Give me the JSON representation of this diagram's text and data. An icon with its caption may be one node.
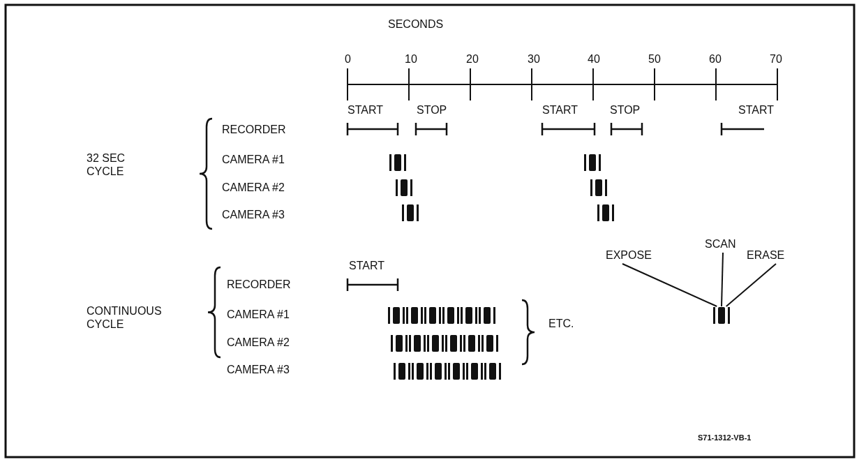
{
  "diagram": {
    "nodes": [
      {
        "text": [
          "EXPOSE"
        ]
      },
      {
        "text": [
          "SCAN"
        ]
      },
      {
        "text": [
          "ERASE"
        ]
      },
      {
        "text": [],
        "shape": "bar"
      }
    ],
    "edges": [
      {
        "from": 0,
        "to": 3,
        "arrow": "none"
      },
      {
        "from": 1,
        "to": 3,
        "arrow": "none"
      },
      {
        "from": 2,
        "to": 3,
        "arrow": "none"
      }
    ],
    "labels": [
      "SECONDS",
      "0",
      "10",
      "20",
      "30",
      "40",
      "50",
      "60",
      "70",
      "START",
      "STOP",
      "START",
      "STOP",
      "START",
      "32 SEC CYCLE",
      "RECORDER",
      "CAMERA #1",
      "CAMERA #2",
      "CAMERA #3",
      "START",
      "CONTINUOUS CYCLE",
      "RECORDER",
      "CAMERA #1",
      "CAMERA #2",
      "CAMERA #3",
      "ETC.",
      "S71-1312-VB-1"
    ]
  }
}
